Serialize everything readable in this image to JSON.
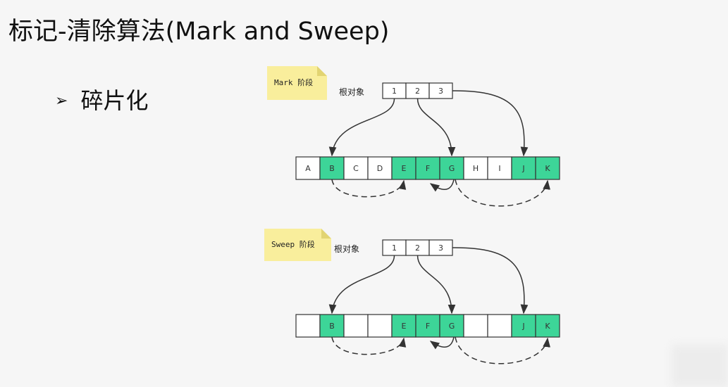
{
  "title": "标记-清除算法(Mark and Sweep)",
  "bullet": {
    "marker": "➢",
    "text": "碎片化"
  },
  "mark_phase": {
    "note": "Mark 阶段",
    "root_label": "根对象",
    "roots": [
      "1",
      "2",
      "3"
    ],
    "heap": [
      {
        "label": "A",
        "marked": false
      },
      {
        "label": "B",
        "marked": true
      },
      {
        "label": "C",
        "marked": false
      },
      {
        "label": "D",
        "marked": false
      },
      {
        "label": "E",
        "marked": true
      },
      {
        "label": "F",
        "marked": true
      },
      {
        "label": "G",
        "marked": true
      },
      {
        "label": "H",
        "marked": false
      },
      {
        "label": "I",
        "marked": false
      },
      {
        "label": "J",
        "marked": true
      },
      {
        "label": "K",
        "marked": true
      }
    ]
  },
  "sweep_phase": {
    "note": "Sweep 阶段",
    "root_label": "根对象",
    "roots": [
      "1",
      "2",
      "3"
    ],
    "heap": [
      {
        "label": "",
        "marked": false
      },
      {
        "label": "B",
        "marked": true
      },
      {
        "label": "",
        "marked": false
      },
      {
        "label": "",
        "marked": false
      },
      {
        "label": "E",
        "marked": true
      },
      {
        "label": "F",
        "marked": true
      },
      {
        "label": "G",
        "marked": true
      },
      {
        "label": "",
        "marked": false
      },
      {
        "label": "",
        "marked": false
      },
      {
        "label": "J",
        "marked": true
      },
      {
        "label": "K",
        "marked": true
      }
    ]
  },
  "colors": {
    "marked": "#3dd598",
    "unmarked": "#ffffff",
    "note": "#f9ee9c",
    "line": "#333333"
  }
}
